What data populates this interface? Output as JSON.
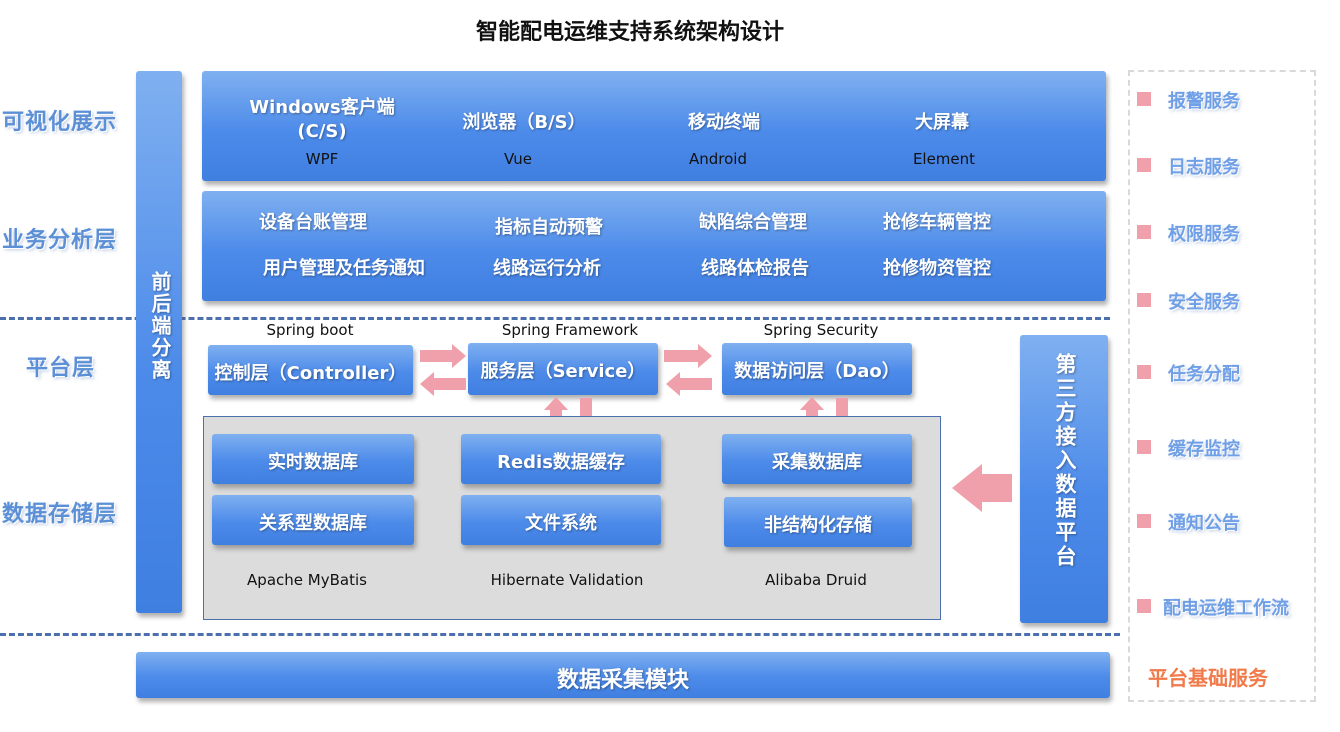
{
  "title": "智能配电运维支持系统架构设计",
  "layers": {
    "visual": "可视化展示",
    "business": "业务分析层",
    "platform": "平台层",
    "storage": "数据存储层"
  },
  "left_column": "前后端分离",
  "clients": [
    {
      "name": "Windows客户端\n(C/S)",
      "tech": "WPF"
    },
    {
      "name": "浏览器（B/S）",
      "tech": "Vue"
    },
    {
      "name": "移动终端",
      "tech": "Android"
    },
    {
      "name": "大屏幕",
      "tech": "Element"
    }
  ],
  "business_items": [
    "设备台账管理",
    "指标自动预警",
    "缺陷综合管理",
    "抢修车辆管控",
    "用户管理及任务通知",
    "线路运行分析",
    "线路体检报告",
    "抢修物资管控"
  ],
  "frameworks": [
    "Spring boot",
    "Spring Framework",
    "Spring Security"
  ],
  "platform_boxes": [
    "控制层（Controller）",
    "服务层（Service）",
    "数据访问层（Dao）"
  ],
  "storage_boxes": [
    "实时数据库",
    "Redis数据缓存",
    "采集数据库",
    "关系型数据库",
    "文件系统",
    "非结构化存储"
  ],
  "storage_tech": [
    "Apache MyBatis",
    "Hibernate Validation",
    "Alibaba Druid"
  ],
  "third_party": "第三方接入数据平台",
  "bottom_bar": "数据采集模块",
  "services": [
    "报警服务",
    "日志服务",
    "权限服务",
    "安全服务",
    "任务分配",
    "缓存监控",
    "通知公告",
    "配电运维工作流"
  ],
  "services_title": "平台基础服务",
  "colors": {
    "box_blue": "#4d8bea",
    "arrow_pink": "#f0a0ab",
    "layer_text": "#5b8fd6",
    "services_title": "#f07a4a"
  }
}
